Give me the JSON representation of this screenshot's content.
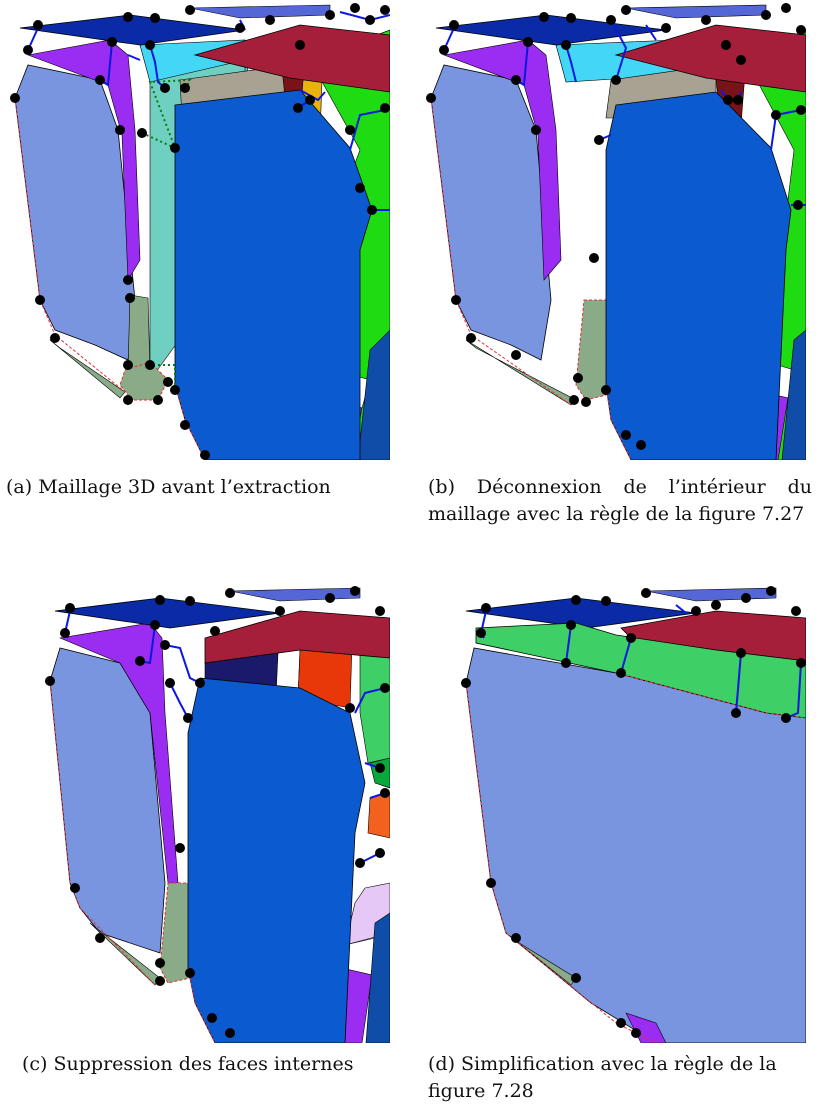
{
  "figure": {
    "panels": [
      {
        "id": "a",
        "caption": "(a) Maillage 3D avant l’extraction"
      },
      {
        "id": "b",
        "caption": "(b) Déconnexion de l’intérieur du maillage avec la règle de la figure 7.27"
      },
      {
        "id": "c",
        "caption": "(c) Suppression des faces internes"
      },
      {
        "id": "d",
        "caption": "(d) Simplification avec la règle de la figure 7.28"
      }
    ],
    "colors": {
      "periwinkle": "#7a95e0",
      "royal_blue": "#0b5acf",
      "navy_top": "#0a2aa6",
      "violet": "#9b2cf2",
      "crimson": "#a51f3a",
      "green": "#1fdc12",
      "mint_green": "#3ecf66",
      "teal": "#6fd0c2",
      "sage": "#8aab87",
      "cyan": "#44d6f5",
      "taupe": "#a8a293",
      "dark_navy": "#1b1a6a",
      "orange_red": "#e8380a",
      "lavender": "#e6c8f7",
      "edge_blue": "#0a18e0",
      "vertex_black": "#000000",
      "boundary_red": "#e0303a"
    }
  }
}
